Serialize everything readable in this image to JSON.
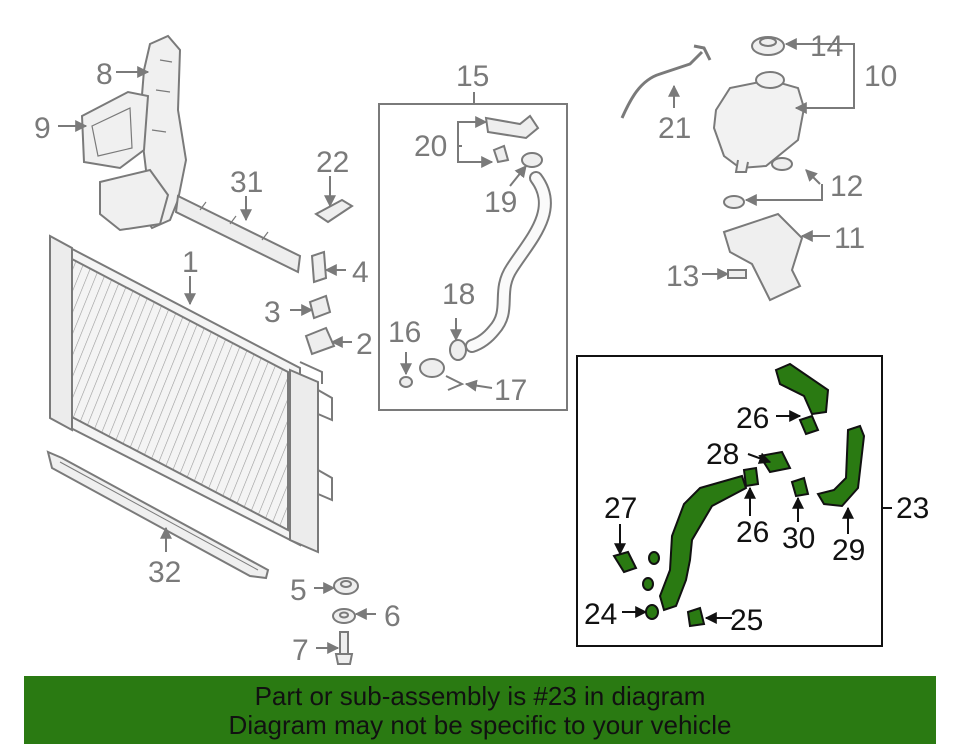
{
  "colors": {
    "highlight": "#2a7a12",
    "part_grey": "#7a7a7a",
    "ink": "#111111"
  },
  "labels": {
    "n1": "1",
    "n2": "2",
    "n3": "3",
    "n4": "4",
    "n5": "5",
    "n6": "6",
    "n7": "7",
    "n8": "8",
    "n9": "9",
    "n10": "10",
    "n11": "11",
    "n12": "12",
    "n13": "13",
    "n14": "14",
    "n15": "15",
    "n16": "16",
    "n17": "17",
    "n18": "18",
    "n19": "19",
    "n20": "20",
    "n21": "21",
    "n22": "22",
    "n23": "23",
    "n24": "24",
    "n25": "25",
    "n26a": "26",
    "n26b": "26",
    "n27": "27",
    "n28": "28",
    "n29": "29",
    "n30": "30",
    "n31": "31",
    "n32": "32"
  },
  "banner": {
    "line1": "Part or sub-assembly is #23 in diagram",
    "line2": "Diagram may not be specific to your vehicle"
  }
}
